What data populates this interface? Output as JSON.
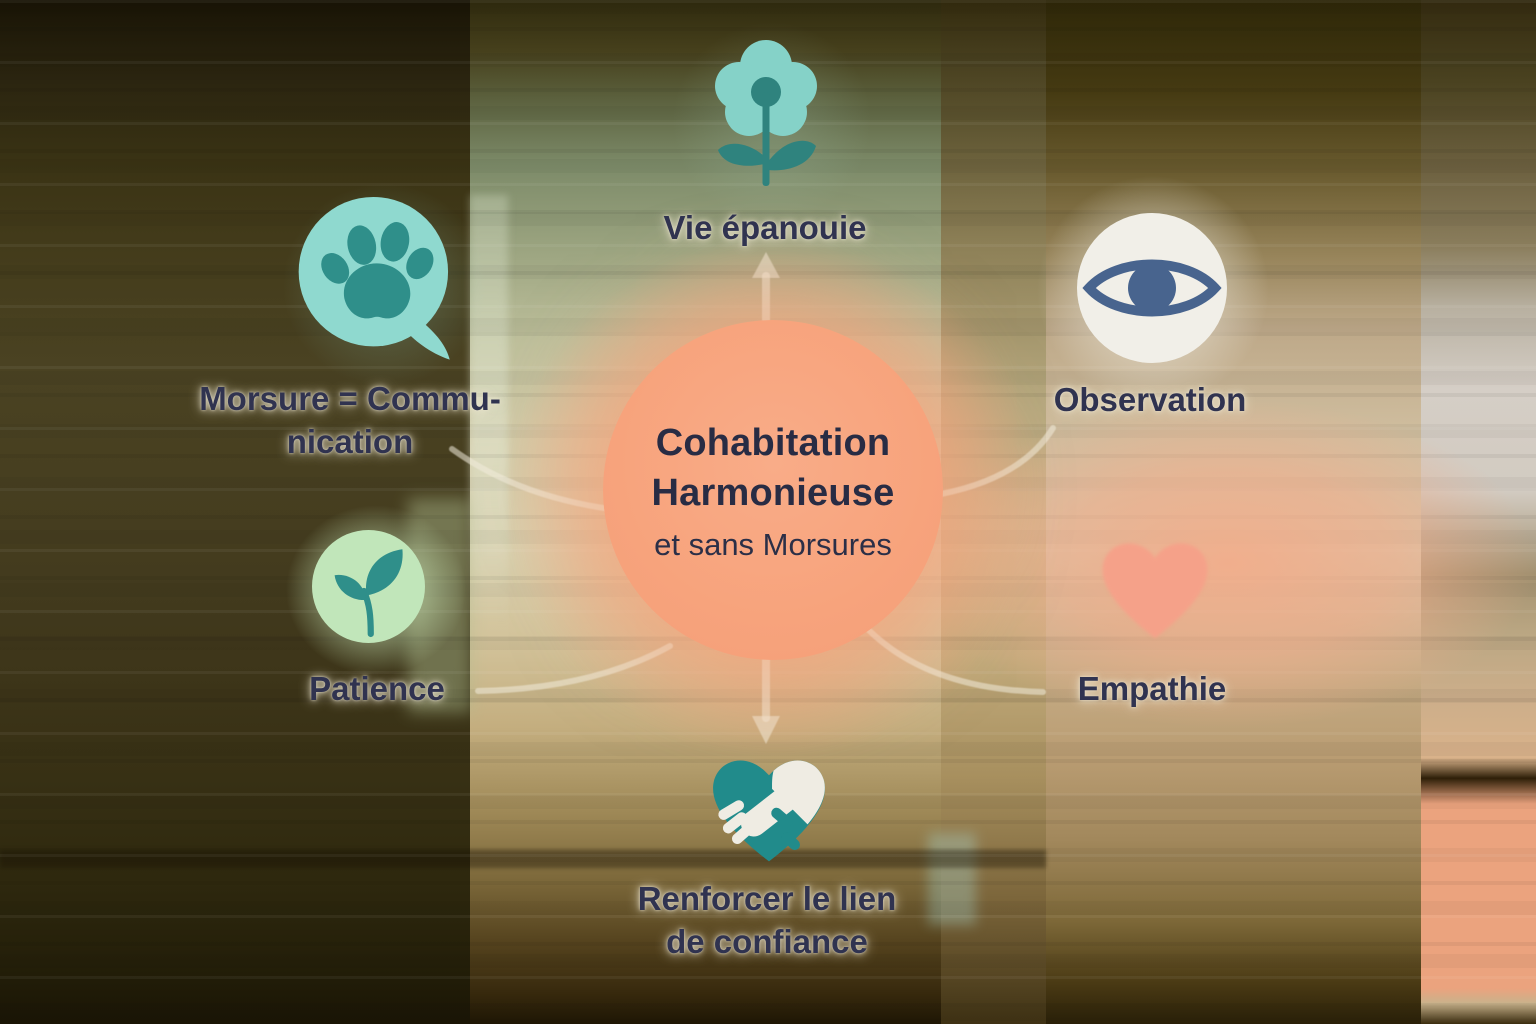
{
  "center": {
    "line1": "Cohabitation",
    "line2": "Harmonieuse",
    "subtitle": "et sans Morsures"
  },
  "nodes": {
    "top": {
      "label": "Vie épanouie",
      "icon": "flower-icon"
    },
    "left_top": {
      "label_line1": "Morsure = Commu-",
      "label_line2": "nication",
      "icon": "paw-speech-bubble-icon"
    },
    "right_top": {
      "label": "Observation",
      "icon": "eye-icon"
    },
    "left_bottom": {
      "label": "Patience",
      "icon": "sprout-icon"
    },
    "right_bottom": {
      "label": "Empathie",
      "icon": "heart-icon"
    },
    "bottom": {
      "label_line1": "Renforcer le lien",
      "label_line2": "de confiance",
      "icon": "handshake-heart-icon"
    }
  },
  "colors": {
    "center_circle": "#F7A57E",
    "title_text": "#282C44",
    "label_text": "#303350",
    "teal_light": "#8BD6CC",
    "teal_dark": "#2F8F8A",
    "eye_blue": "#48648E",
    "eye_bg": "#F1EFE8",
    "heart_peach": "#F5A189",
    "sprout_bg": "#C1E6BA",
    "connector": "#F2EDDC"
  }
}
